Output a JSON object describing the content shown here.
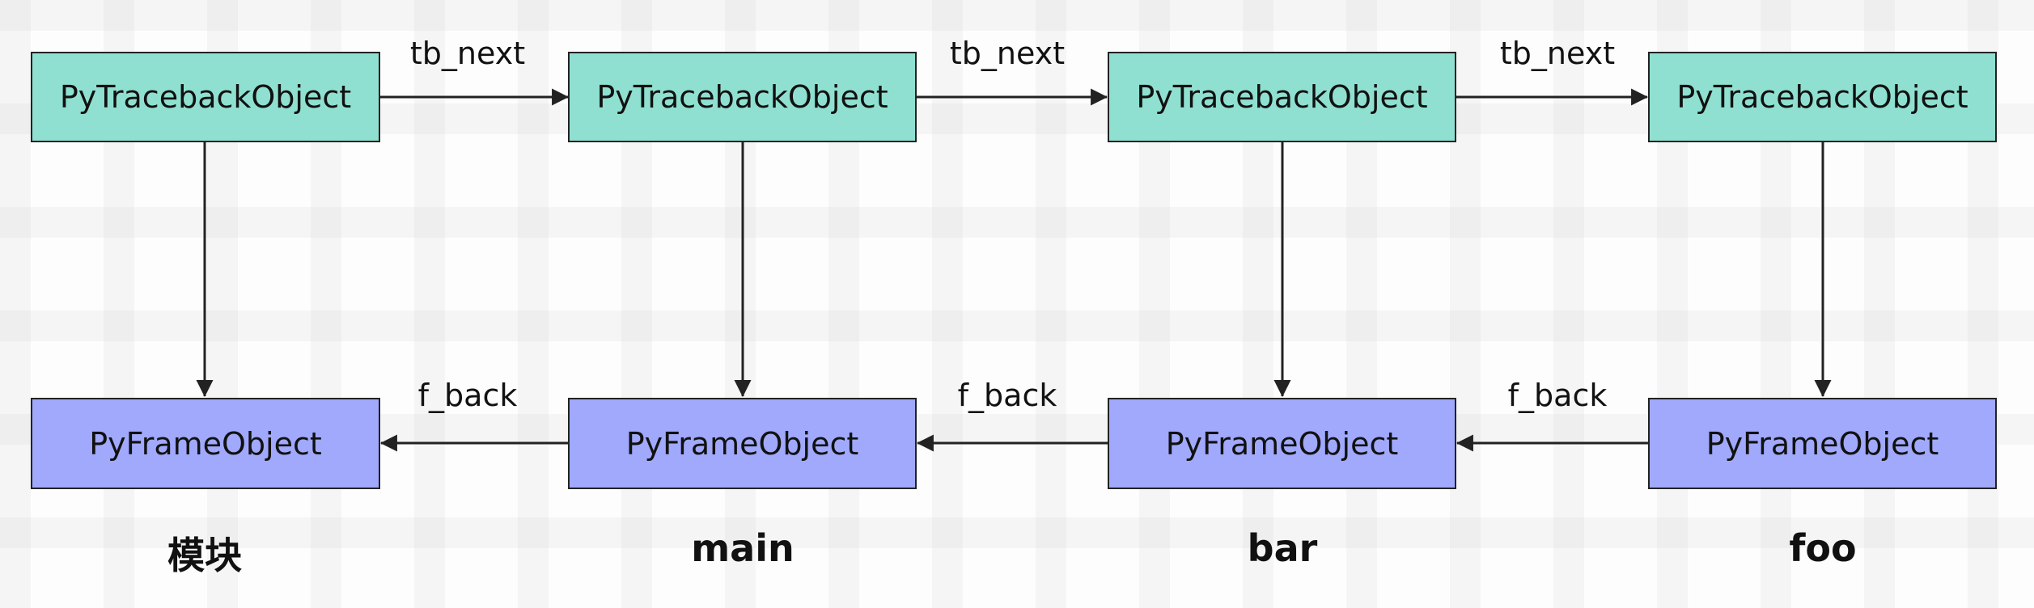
{
  "tracebacks": [
    {
      "label": "PyTracebackObject"
    },
    {
      "label": "PyTracebackObject"
    },
    {
      "label": "PyTracebackObject"
    },
    {
      "label": "PyTracebackObject"
    }
  ],
  "frames": [
    {
      "label": "PyFrameObject",
      "name": "模块"
    },
    {
      "label": "PyFrameObject",
      "name": "main"
    },
    {
      "label": "PyFrameObject",
      "name": "bar"
    },
    {
      "label": "PyFrameObject",
      "name": "foo"
    }
  ],
  "tb_next_labels": [
    "tb_next",
    "tb_next",
    "tb_next"
  ],
  "f_back_labels": [
    "f_back",
    "f_back",
    "f_back"
  ],
  "colors": {
    "traceback_fill": "#8fe0d0",
    "frame_fill": "#a0a9fc",
    "stroke": "#222222"
  }
}
